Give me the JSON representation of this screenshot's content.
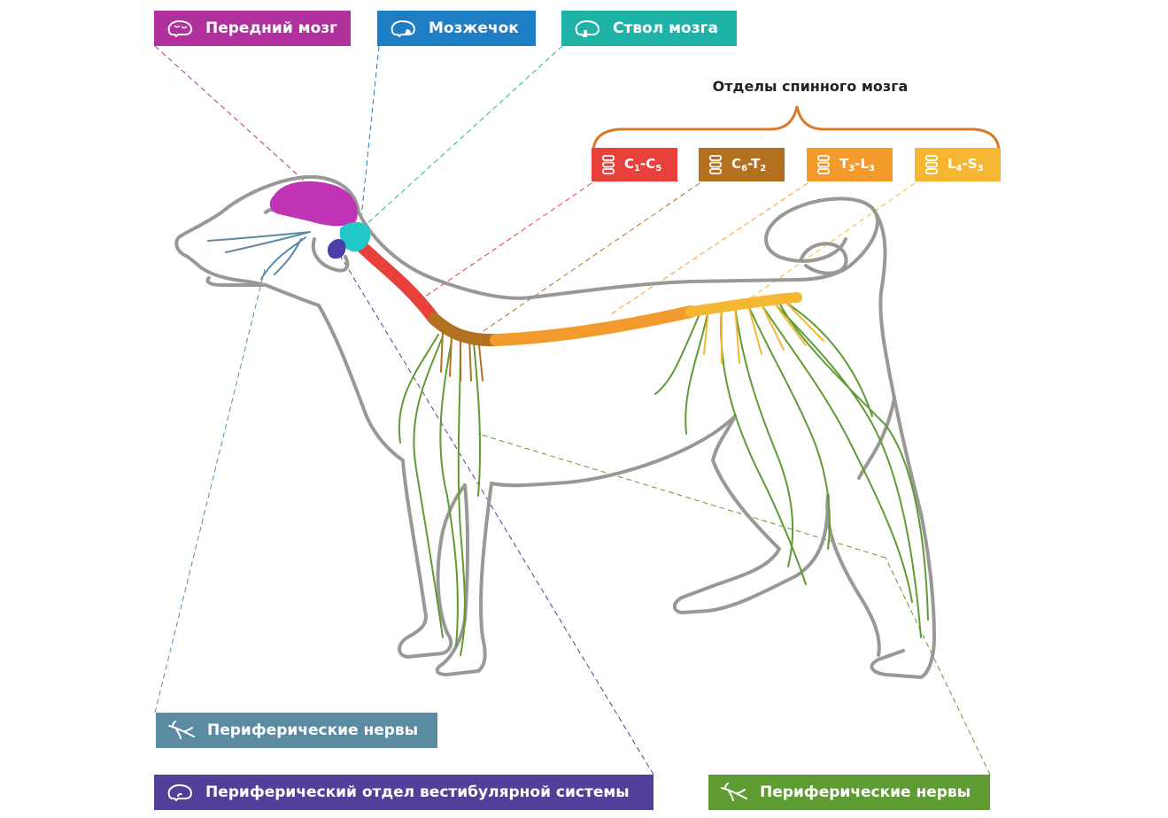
{
  "colors": {
    "forebrain": "#b0309e",
    "cerebellum": "#1f7dc4",
    "brainstem": "#1fb3a8",
    "c1c5": "#e8403a",
    "c6t2": "#b3701f",
    "t3l3": "#f39a2c",
    "l4s3": "#f5b731",
    "peripheral_head": "#5b8aa3",
    "vestibular": "#533f9a",
    "peripheral_body": "#5f9b33",
    "outline": "#9a9895"
  },
  "labels": {
    "forebrain": "Передний мозг",
    "cerebellum": "Мозжечок",
    "brainstem": "Ствол мозга",
    "spinal_title": "Отделы спинного мозга",
    "peripheral_nerves_head": "Периферические нервы",
    "vestibular": "Периферический отдел вестибулярной системы",
    "peripheral_nerves_body": "Периферические нервы"
  },
  "segments": [
    {
      "key": "c1c5",
      "a": "C",
      "a_sub": "1",
      "b": "C",
      "b_sub": "5"
    },
    {
      "key": "c6t2",
      "a": "C",
      "a_sub": "6",
      "b": "T",
      "b_sub": "2"
    },
    {
      "key": "t3l3",
      "a": "T",
      "a_sub": "3",
      "b": "L",
      "b_sub": "3"
    },
    {
      "key": "l4s3",
      "a": "L",
      "a_sub": "4",
      "b": "S",
      "b_sub": "3"
    }
  ],
  "icons": {
    "brain": "brain-icon",
    "cerebellum": "cerebellum-icon",
    "brainstem": "brainstem-icon",
    "vertebra": "vertebra-icon",
    "nerve": "nerve-icon",
    "vestibular": "ear-icon"
  }
}
